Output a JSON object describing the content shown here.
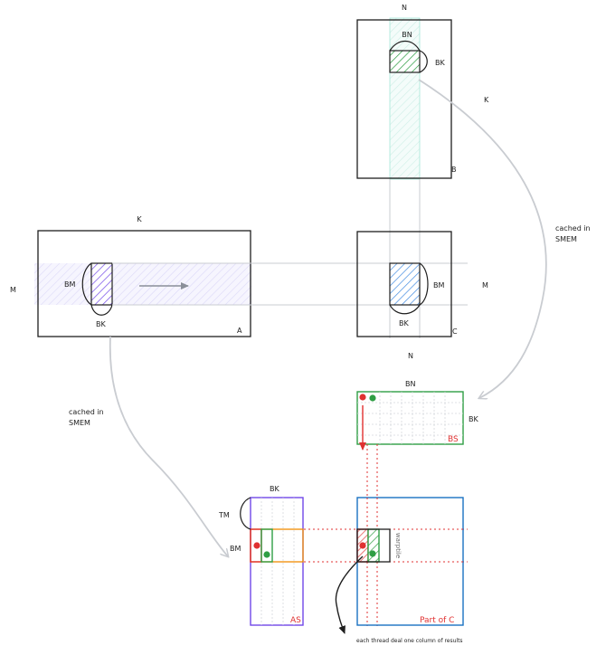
{
  "labels": {
    "b_n": "N",
    "b_k": "K",
    "b_name": "B",
    "b_tile_n": "BN",
    "b_tile_k": "BK",
    "a_k": "K",
    "a_m": "M",
    "a_name": "A",
    "a_tile_m": "BM",
    "a_tile_k": "BK",
    "c_m": "M",
    "c_n": "N",
    "c_name": "C",
    "c_tile_m": "BM",
    "cache_b": "cached in SMEM",
    "cache_a": "cached in SMEM",
    "bs_n": "BN",
    "bs_k": "BK",
    "bs_name": "BS",
    "as_k": "BK",
    "as_tm": "TM",
    "as_m": "BM",
    "as_name": "AS",
    "partc_name": "Part of C",
    "partc_side": "warptile",
    "note": "each thread deal one column of results"
  },
  "colors": {
    "stroke": "#1e1e1e",
    "blue_hatch": "#4a90e2",
    "purple_hatch": "#7048e8",
    "green": "#2f9e44",
    "red": "#e03131",
    "cyan_band": "#a5e6d8",
    "lavender_band": "#c8c4f4",
    "as_border": "#7048e8",
    "bs_border": "#2f9e44",
    "partc_border": "#1971c2",
    "arrow_gray": "#c9ccd1"
  }
}
